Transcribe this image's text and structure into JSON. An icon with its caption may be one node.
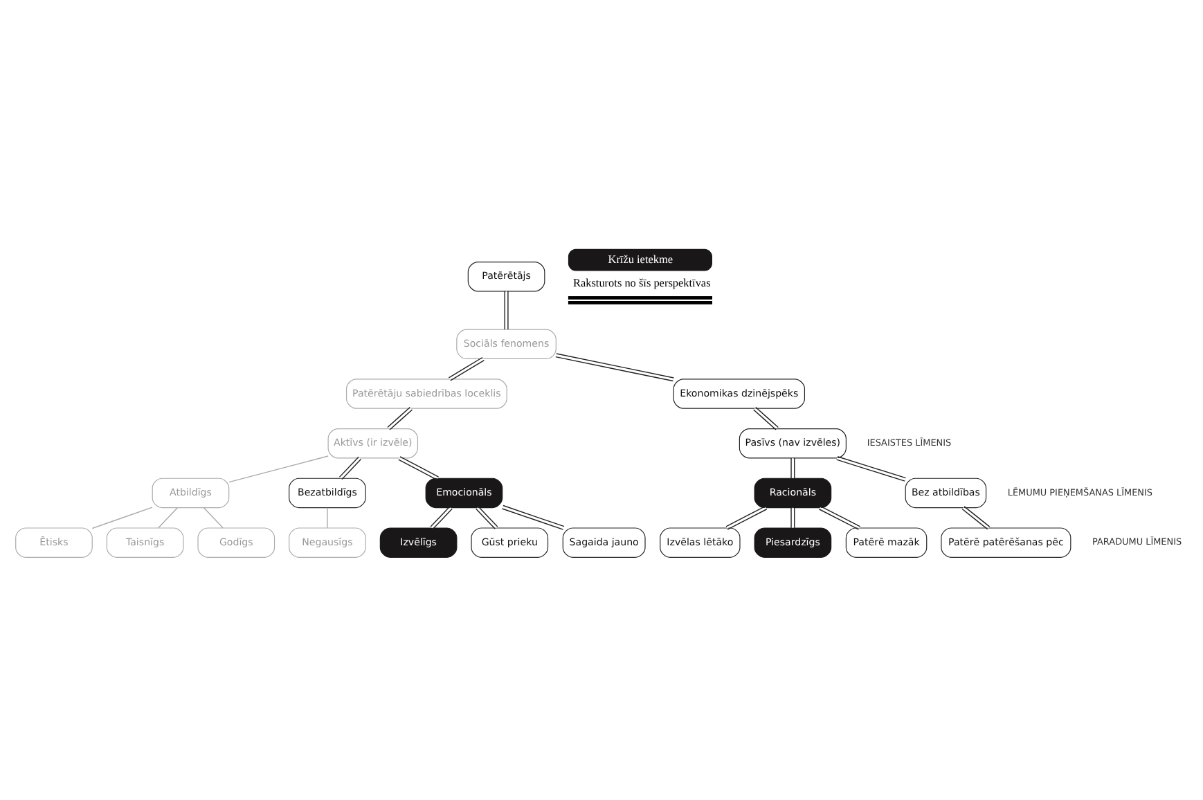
{
  "diagram": {
    "nodes": [
      {
        "text": [
          "Patērētājs"
        ]
      },
      {
        "text": [
          "Sociāls fenomens"
        ]
      },
      {
        "text": [
          "Patērētāju sabiedrības loceklis"
        ]
      },
      {
        "text": [
          "Ekonomikas dzinējspēks"
        ]
      },
      {
        "text": [
          "Aktīvs (ir izvēle)"
        ]
      },
      {
        "text": [
          "Pasīvs (nav izvēles)"
        ]
      },
      {
        "text": [
          "Atbildīgs"
        ]
      },
      {
        "text": [
          "Bezatbildīgs"
        ]
      },
      {
        "text": [
          "Emocionāls"
        ]
      },
      {
        "text": [
          "Racionāls"
        ]
      },
      {
        "text": [
          "Bez atbildības"
        ]
      },
      {
        "text": [
          "Ētisks"
        ]
      },
      {
        "text": [
          "Taisnīgs"
        ]
      },
      {
        "text": [
          "Godīgs"
        ]
      },
      {
        "text": [
          "Negausīgs"
        ]
      },
      {
        "text": [
          "Izvēlīgs"
        ]
      },
      {
        "text": [
          "Gūst prieku"
        ]
      },
      {
        "text": [
          "Sagaida jauno"
        ]
      },
      {
        "text": [
          "Izvēlas lētāko"
        ]
      },
      {
        "text": [
          "Piesardzīgs"
        ]
      },
      {
        "text": [
          "Patērē mazāk"
        ]
      },
      {
        "text": [
          "Patērē patērēšanas pēc"
        ]
      }
    ],
    "edges": [
      {
        "from": 0,
        "to": 1,
        "arrow": "none"
      },
      {
        "from": 1,
        "to": 2,
        "arrow": "none"
      },
      {
        "from": 1,
        "to": 3,
        "arrow": "none"
      },
      {
        "from": 2,
        "to": 4,
        "arrow": "none"
      },
      {
        "from": 3,
        "to": 5,
        "arrow": "none"
      },
      {
        "from": 4,
        "to": 6,
        "arrow": "none",
        "color": "#aaaaaa"
      },
      {
        "from": 4,
        "to": 7,
        "arrow": "none"
      },
      {
        "from": 4,
        "to": 8,
        "arrow": "none"
      },
      {
        "from": 5,
        "to": 9,
        "arrow": "none"
      },
      {
        "from": 5,
        "to": 10,
        "arrow": "none"
      },
      {
        "from": 6,
        "to": 11,
        "arrow": "none",
        "color": "#aaaaaa"
      },
      {
        "from": 6,
        "to": 12,
        "arrow": "none",
        "color": "#aaaaaa"
      },
      {
        "from": 6,
        "to": 13,
        "arrow": "none",
        "color": "#aaaaaa"
      },
      {
        "from": 7,
        "to": 14,
        "arrow": "none",
        "color": "#aaaaaa"
      },
      {
        "from": 8,
        "to": 15,
        "arrow": "none"
      },
      {
        "from": 8,
        "to": 16,
        "arrow": "none"
      },
      {
        "from": 8,
        "to": 17,
        "arrow": "none"
      },
      {
        "from": 9,
        "to": 18,
        "arrow": "none"
      },
      {
        "from": 9,
        "to": 19,
        "arrow": "none"
      },
      {
        "from": 9,
        "to": 20,
        "arrow": "none"
      },
      {
        "from": 10,
        "to": 21,
        "arrow": "none"
      }
    ],
    "labels": [
      "IESAISTES LĪMENIS",
      "LĒMUMU PIEŅEMŠANAS LĪMENIS",
      "PARADUMU LĪMENIS"
    ],
    "legend": [
      {
        "text": "Krīžu ietekme",
        "color": "#1a1718"
      },
      {
        "text": "Raksturots no šīs perspektīvas"
      }
    ]
  }
}
